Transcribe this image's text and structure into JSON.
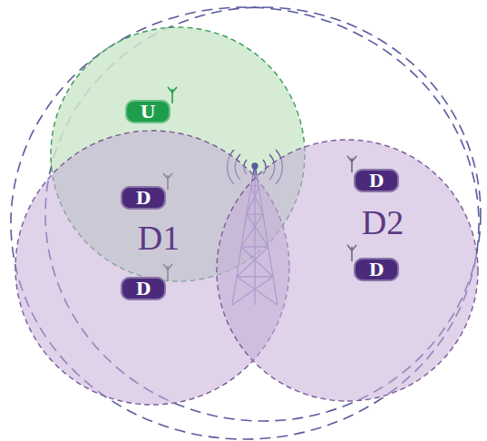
{
  "diagram": {
    "nodes": [
      {
        "text": [
          "U"
        ]
      },
      {
        "text": [
          "D1"
        ]
      },
      {
        "text": [
          "D"
        ],
        "in": 1
      },
      {
        "text": [
          "D"
        ],
        "in": 1
      },
      {
        "text": [
          "D2"
        ]
      },
      {
        "text": [
          "D"
        ],
        "in": 4
      },
      {
        "text": [
          "D"
        ],
        "in": 4
      }
    ]
  }
}
